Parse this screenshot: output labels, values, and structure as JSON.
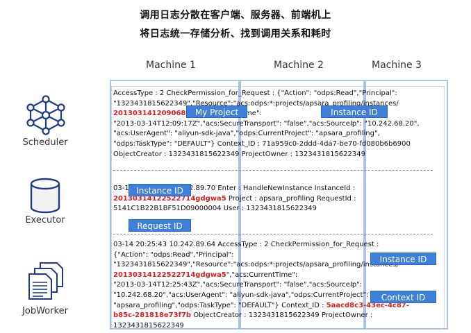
{
  "header": {
    "line1": "调用日志分散在客户端、服务器、前端机上",
    "line2": "将日志统一存储分析、找到调用关系和耗时"
  },
  "machines": [
    "Machine 1",
    "Machine 2",
    "Machine 3"
  ],
  "roles": [
    "Scheduler",
    "Executor",
    "JobWorker"
  ],
  "tags": {
    "my_project": "My Project",
    "instance_id_1": "Instance ID",
    "instance_id_2": "Instance ID",
    "request_id": "Request ID",
    "instance_id_3": "Instance ID",
    "context_id": "Context ID"
  },
  "log1": {
    "l1": "AccessType : 2 CheckPermission_for_Request : {\"Action\": \"odps:Read\",\"Principal\":",
    "l2": "\"1323431815622349\",\"Resource\":\"acs:odps:*:projects/apsara_profiling/instances/",
    "l3_red": "2013031412090682",
    "l3_rest": "\",\"acs:CurrentTime\":",
    "l4": "\"2013-03-14T12:09:17Z\",\"acs:SecureTransport\": \"false\",\"acs:SourceIp\": \"10.242.68.20\",",
    "l5": "\"acs:UserAgent\": \"aliyun-sdk-java\",\"odps:CurrentProject\": \"apsara_profiling\",",
    "l6": "\"odps:TaskType\": \"DEFAULT\"} Context_ID : 71a959c0-2ddd-4da7-be70-fd080b6b6900",
    "l7": "ObjectCreator : 1323431815622349 ProjectOwner : 1323431815622349"
  },
  "log2": {
    "l1": "03-14 20:25:43 10.242.89.70 Enter : HandleNewInstance InstanceId :",
    "l2_red": "20130314122522714gdgwa5",
    "l2_rest": " Project : apsara_profiling RequestId :",
    "l3": "5141C1B22B1BF51D09000004 User : 1323431815622349"
  },
  "log3": {
    "l1": "03-14 20:25:43   10.242.89.64      AccessType : 2 CheckPermission_for_Request :",
    "l2": "{\"Action\": \"odps:Read\",\"Principal\":",
    "l3": "\"1323431815622349\",\"Resource\":\"acs:odps:*:projects/apsara_profiling/instances/",
    "l4_red": "20130314122522714gdgwa5",
    "l4_rest": "\",\"acs:CurrentTime\":",
    "l5": "\"2013-03-14T12:25:43Z\",\"acs:SecureTransport\": \"false\",\"acs:SourceIp\":",
    "l6": "\"10.242.68.20\",\"acs:UserAgent\": \"aliyun-sdk-java\",\"odps:CurrentProject\":",
    "l7": "\"apsara_profiling\",\"odps:TaskType\": \"DEFAULT\"} Context_ID : ",
    "l7_red": "5aacd8c3-43ec-4c87-",
    "l8_red": "b85c-281818e73f7b",
    "l8_rest": " ObjectCreator : 1323431815622349 ProjectOwner :",
    "l9": "1323431815622349"
  },
  "colors": {
    "tag": "#3d7fd9",
    "column_border": "#a9c3e8",
    "highlight": "#e01d1d"
  }
}
